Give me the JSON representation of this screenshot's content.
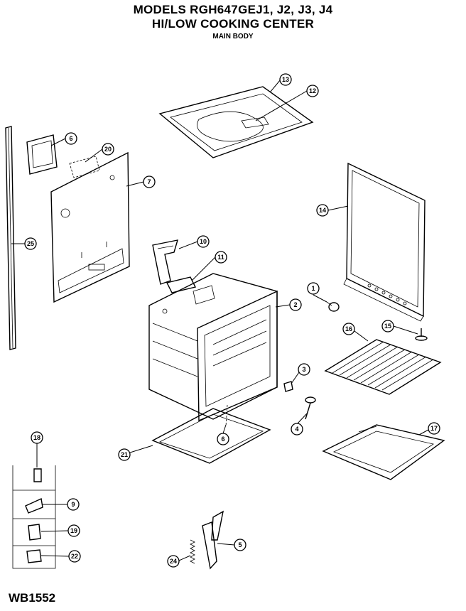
{
  "header": {
    "line1": "MODELS RGH647GEJ1, J2, J3, J4",
    "line2": "HI/LOW COOKING CENTER",
    "line3": "MAIN BODY"
  },
  "diagram_code": "WB1552",
  "callouts": {
    "c13": "13",
    "c12": "12",
    "c6a": "6",
    "c20": "20",
    "c7": "7",
    "c14": "14",
    "c25": "25",
    "c10": "10",
    "c11": "11",
    "c1": "1",
    "c2": "2",
    "c15": "15",
    "c16": "16",
    "c3": "3",
    "c6b": "6",
    "c4": "4",
    "c21": "21",
    "c17": "17",
    "c18": "18",
    "c9": "9",
    "c19": "19",
    "c22": "22",
    "c5": "5",
    "c24": "24"
  }
}
